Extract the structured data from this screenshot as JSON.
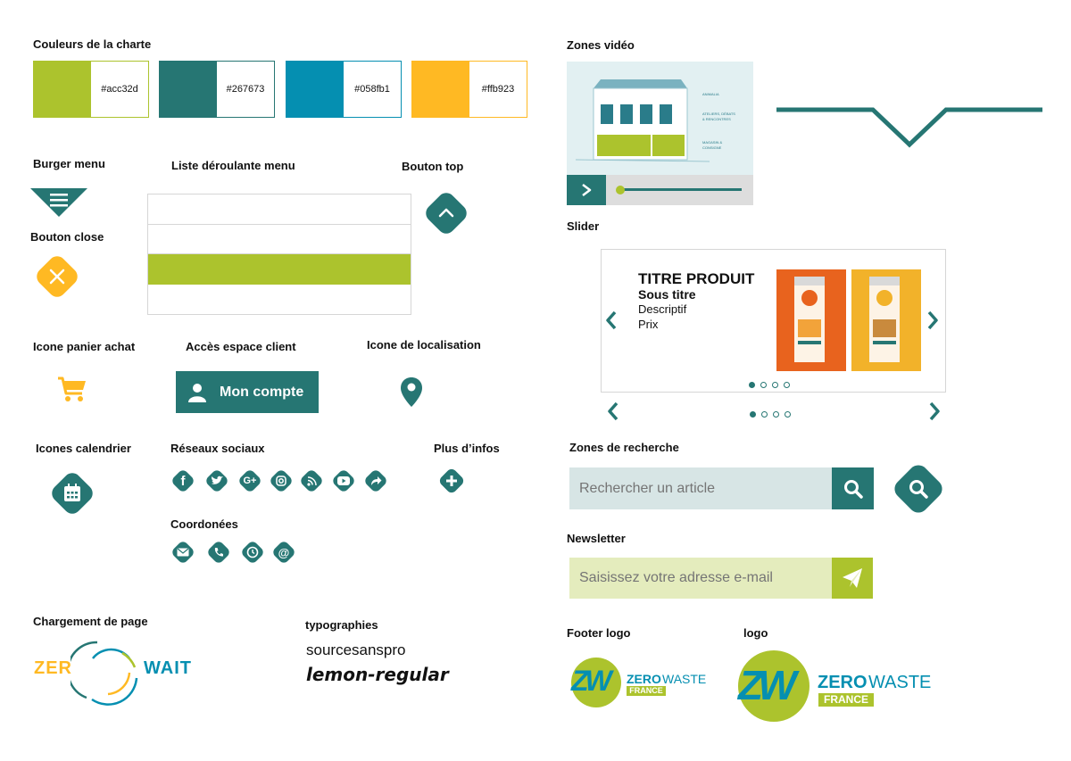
{
  "headings": {
    "colors": "Couleurs de la charte",
    "burger": "Burger menu",
    "dropdown": "Liste déroulante menu",
    "top": "Bouton top",
    "close": "Bouton close",
    "cart": "Icone panier achat",
    "account": "Accès espace client",
    "location": "Icone de localisation",
    "calendar": "Icones calendrier",
    "social": "Réseaux sociaux",
    "more": "Plus d’infos",
    "contact": "Coordonées",
    "loading": "Chargement de page",
    "typo": "typographies",
    "video": "Zones vidéo",
    "slider": "Slider",
    "search": "Zones de recherche",
    "newsletter": "Newsletter",
    "footer_logo": "Footer logo",
    "logo": "logo"
  },
  "palette": [
    {
      "hex": "#acc32d",
      "label": "#acc32d"
    },
    {
      "hex": "#267673",
      "label": "#267673"
    },
    {
      "hex": "#058fb1",
      "label": "#058fb1"
    },
    {
      "hex": "#ffb923",
      "label": "#ffb923"
    }
  ],
  "account": {
    "label": "Mon compte"
  },
  "social_icons": [
    "facebook-icon",
    "twitter-icon",
    "google-plus-icon",
    "instagram-icon",
    "rss-icon",
    "youtube-icon",
    "share-icon"
  ],
  "contact_icons": [
    "mail-icon",
    "phone-icon",
    "clock-icon",
    "at-icon"
  ],
  "loading": {
    "left": "ZER",
    "right": "WAIT"
  },
  "typography": {
    "font1": "sourcesanspro",
    "font2": "lemon-regular"
  },
  "video": {
    "caption_lines": [
      "ANIMALIA",
      "ATELIERS, DÉBATS & RENCONTRES",
      "MAGASIN & CONSIGNE"
    ],
    "progress": 0.05
  },
  "slider": {
    "title": "TITRE PRODUIT",
    "subtitle": "Sous titre",
    "description": "Descriptif",
    "price": "Prix",
    "dots": 4,
    "active_dot": 0
  },
  "search": {
    "placeholder": "Rechercher un article"
  },
  "newsletter": {
    "placeholder": "Saisissez votre adresse e-mail"
  },
  "logo": {
    "zero": "ZERO",
    "waste": "WASTE",
    "france": "FRANCE",
    "mark": "ZW"
  },
  "colors": {
    "green": "#acc32d",
    "teal": "#267673",
    "blue": "#058fb1",
    "yellow": "#ffb923"
  }
}
